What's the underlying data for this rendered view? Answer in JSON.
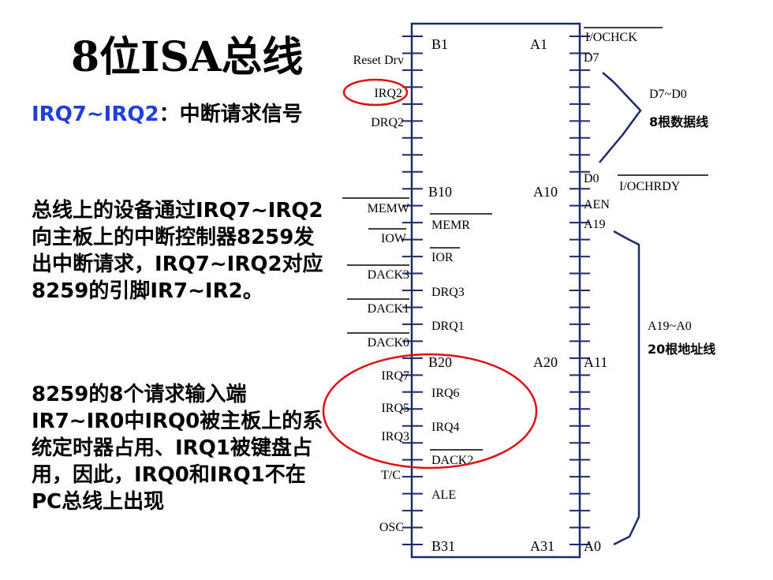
{
  "title": "8位ISA总线",
  "paragraphs": {
    "p1_highlight": "IRQ7~IRQ2",
    "p1_rest": "：中断请求信号",
    "p2": "总线上的设备通过IRQ7~IRQ2向主板上的中断控制器8259发出中断请求，IRQ7~IRQ2对应8259的引脚IR7~IR2。",
    "p3": "8259的8个请求输入端IR7~IR0中IRQ0被主板上的系统定时器占用、IRQ1被键盘占用，因此，IRQ0和IRQ1不在PC总线上出现"
  },
  "diagram": {
    "colors": {
      "line": "#1a2a6b",
      "circle": "#e01010",
      "text": "#000000"
    },
    "corner_labels": {
      "b1": "B1",
      "a1": "A1",
      "b10": "B10",
      "a10": "A10",
      "b20": "B20",
      "a20": "A20",
      "b31": "B31",
      "a31": "A31"
    },
    "left_outer": {
      "reset_drv": "Reset Drv",
      "irq2": "IRQ2",
      "drq2": "DRQ2",
      "memw": "MEMW",
      "iow": "IOW",
      "dack3": "DACK3",
      "dack1": "DACK1",
      "dack0": "DACK0",
      "irq7": "IRQ7",
      "irq5": "IRQ5",
      "irq3": "IRQ3",
      "tc": "T/C",
      "osc": "OSC"
    },
    "left_inner": {
      "memr": "MEMR",
      "ior": "IOR",
      "drq3": "DRQ3",
      "drq1": "DRQ1",
      "irq6": "IRQ6",
      "irq4": "IRQ4",
      "dack2": "DACK2",
      "ale": "ALE"
    },
    "right_labels": {
      "iochck": "I/OCHCK",
      "d7": "D7",
      "d0": "D0",
      "iochrdy": "I/OCHRDY",
      "aen": "AEN",
      "a19": "A19",
      "a11": "A11",
      "a0": "A0"
    },
    "annotations": {
      "data_range": "D7~D0",
      "data_desc": "8根数据线",
      "addr_range": "A19~A0",
      "addr_desc": "20根地址线"
    }
  }
}
